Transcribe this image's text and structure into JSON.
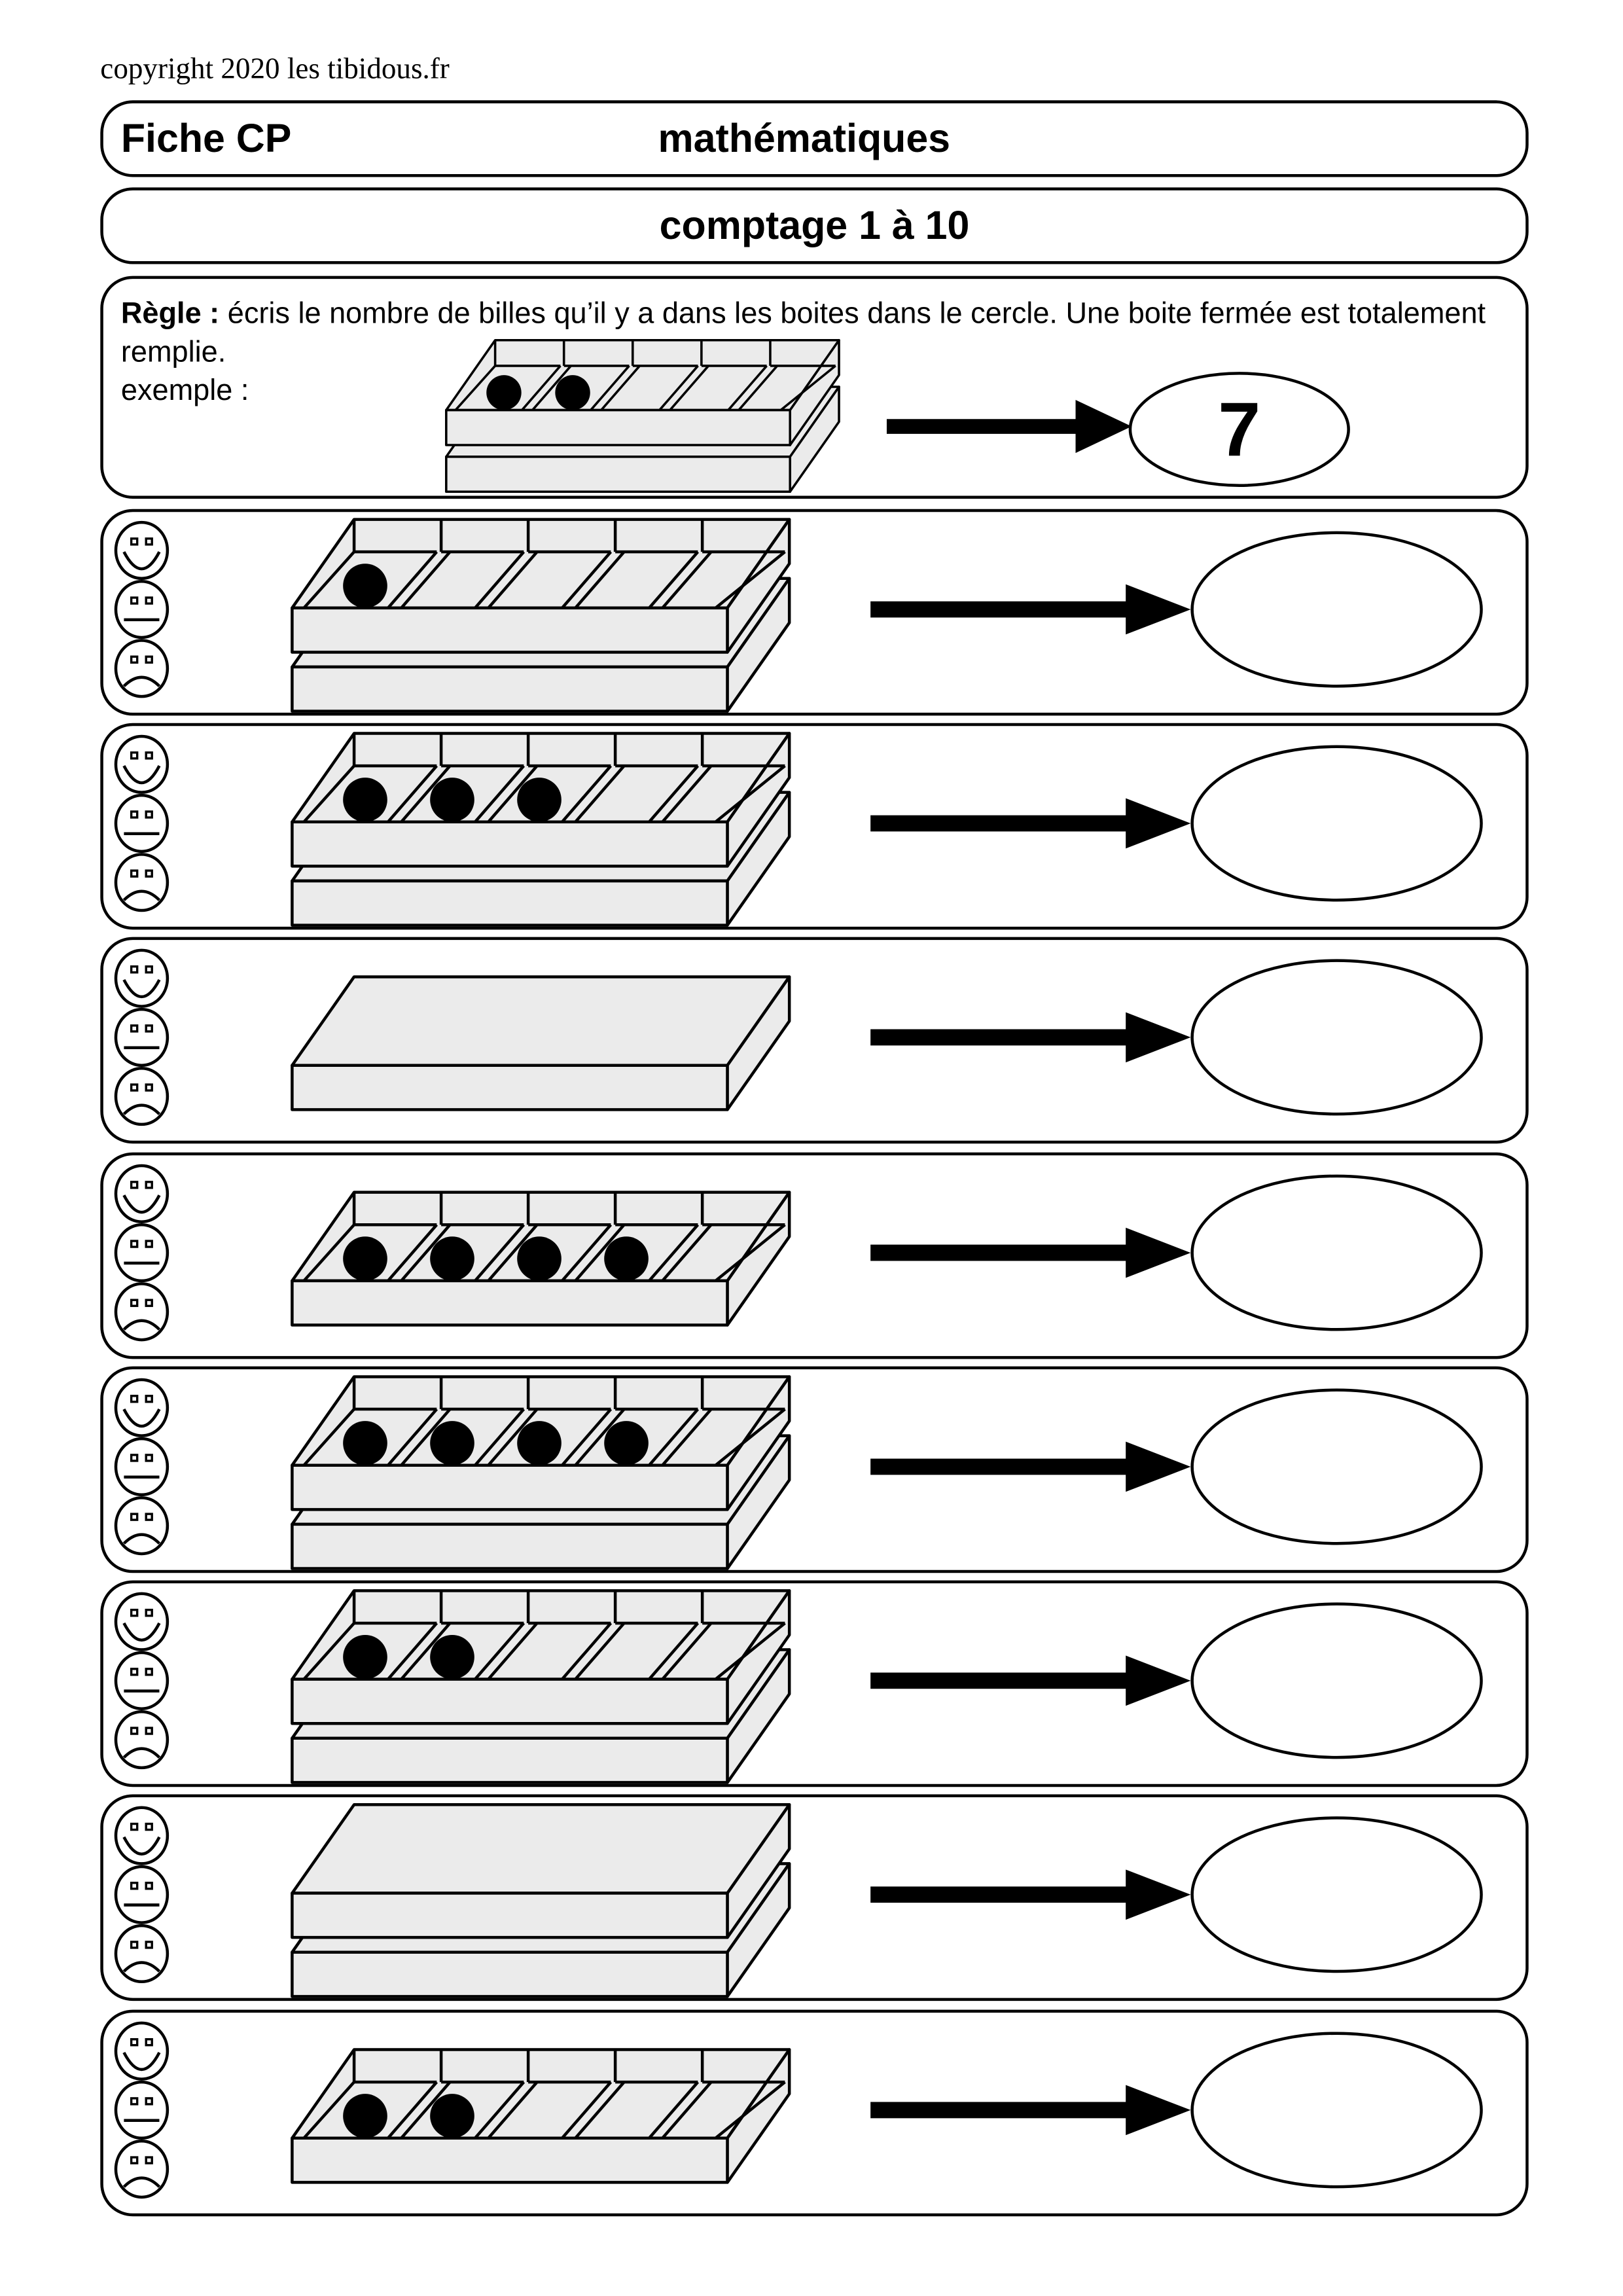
{
  "copyright": "copyright 2020 les tibidous.fr",
  "header": {
    "level": "Fiche CP",
    "subject": "mathématiques"
  },
  "title": "comptage 1 à 10",
  "rule": {
    "label": "Règle :",
    "text": " écris le nombre de billes qu’il y a dans les boites dans le cercle. Une boite fermée est totalement remplie.",
    "example_label": "exemple :",
    "example_answer": "7",
    "example_layers": [
      {
        "type": "closed"
      },
      {
        "type": "tray",
        "marbles": 2
      }
    ]
  },
  "rows": [
    {
      "layers": [
        {
          "type": "closed"
        },
        {
          "type": "tray",
          "marbles": 1
        }
      ],
      "answer": ""
    },
    {
      "layers": [
        {
          "type": "closed"
        },
        {
          "type": "tray",
          "marbles": 3
        }
      ],
      "answer": ""
    },
    {
      "layers": [
        {
          "type": "closed"
        }
      ],
      "answer": ""
    },
    {
      "layers": [
        {
          "type": "tray",
          "marbles": 4
        }
      ],
      "answer": ""
    },
    {
      "layers": [
        {
          "type": "closed"
        },
        {
          "type": "tray",
          "marbles": 4
        }
      ],
      "answer": ""
    },
    {
      "layers": [
        {
          "type": "closed"
        },
        {
          "type": "tray",
          "marbles": 2
        }
      ],
      "answer": ""
    },
    {
      "layers": [
        {
          "type": "closed"
        },
        {
          "type": "closed"
        }
      ],
      "answer": ""
    },
    {
      "layers": [
        {
          "type": "tray",
          "marbles": 2
        }
      ],
      "answer": ""
    }
  ],
  "self_assessment": [
    "happy-face",
    "neutral-face",
    "sad-face"
  ],
  "colors": {
    "box_fill": "#ebebeb",
    "ink": "#000000"
  }
}
